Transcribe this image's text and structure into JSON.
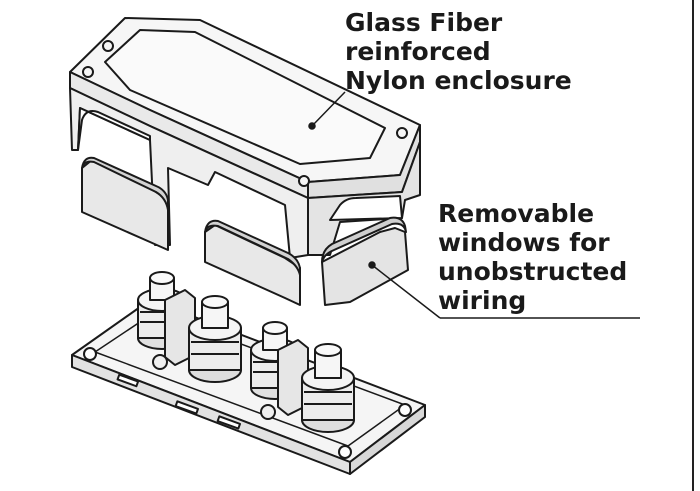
{
  "labels": {
    "enclosure": {
      "lines": [
        "Glass Fiber",
        "reinforced",
        "Nylon enclosure"
      ]
    },
    "windows": {
      "lines": [
        "Removable",
        "windows for",
        "unobstructed",
        "wiring"
      ]
    }
  },
  "colors": {
    "stroke": "#1a1a1a",
    "fill_light": "#f4f4f4",
    "fill_shade": "#dcdcdc",
    "background": "#ffffff"
  }
}
